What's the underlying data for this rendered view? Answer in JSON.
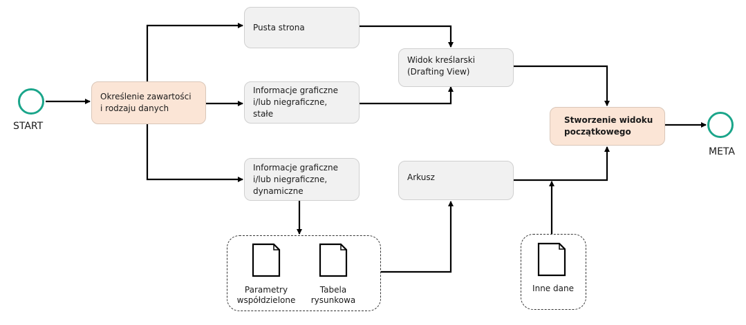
{
  "diagram": {
    "colors": {
      "event_stroke": "#1aa58a",
      "node_fill": "#f1f1f1",
      "accent_fill": "#fbe5d6",
      "edge": "#000000"
    },
    "events": {
      "start": {
        "label": "START"
      },
      "end": {
        "label": "META"
      }
    },
    "nodes": {
      "define": {
        "label": "Określenie zawartości\ni rodzaju danych"
      },
      "empty_page": {
        "label": "Pusta strona"
      },
      "static_info": {
        "label": "Informacje graficzne\ni/lub niegraficzne,\nstałe"
      },
      "dynamic_info": {
        "label": "Informacje graficzne\ni/lub niegraficzne,\ndynamiczne"
      },
      "drafting_view": {
        "label": "Widok kreślarski\n(Drafting View)"
      },
      "sheet": {
        "label": "Arkusz"
      },
      "create_view": {
        "label": "Stworzenie widoku\npoczątkowego"
      }
    },
    "groups": {
      "shared": {
        "docs": [
          {
            "label": "Parametry\nwspółdzielone",
            "icon": "document-icon"
          },
          {
            "label": "Tabela\nrysunkowa",
            "icon": "document-icon"
          }
        ]
      },
      "other": {
        "docs": [
          {
            "label": "Inne dane",
            "icon": "document-icon"
          }
        ]
      }
    },
    "edges": [
      {
        "from": "start",
        "to": "define"
      },
      {
        "from": "define",
        "to": "empty_page"
      },
      {
        "from": "define",
        "to": "static_info"
      },
      {
        "from": "define",
        "to": "dynamic_info"
      },
      {
        "from": "empty_page",
        "to": "drafting_view"
      },
      {
        "from": "static_info",
        "to": "drafting_view"
      },
      {
        "from": "dynamic_info",
        "to": "shared"
      },
      {
        "from": "shared",
        "to": "sheet"
      },
      {
        "from": "drafting_view",
        "to": "create_view"
      },
      {
        "from": "sheet",
        "to": "create_view"
      },
      {
        "from": "other",
        "to": "create_view"
      },
      {
        "from": "create_view",
        "to": "end"
      }
    ]
  }
}
